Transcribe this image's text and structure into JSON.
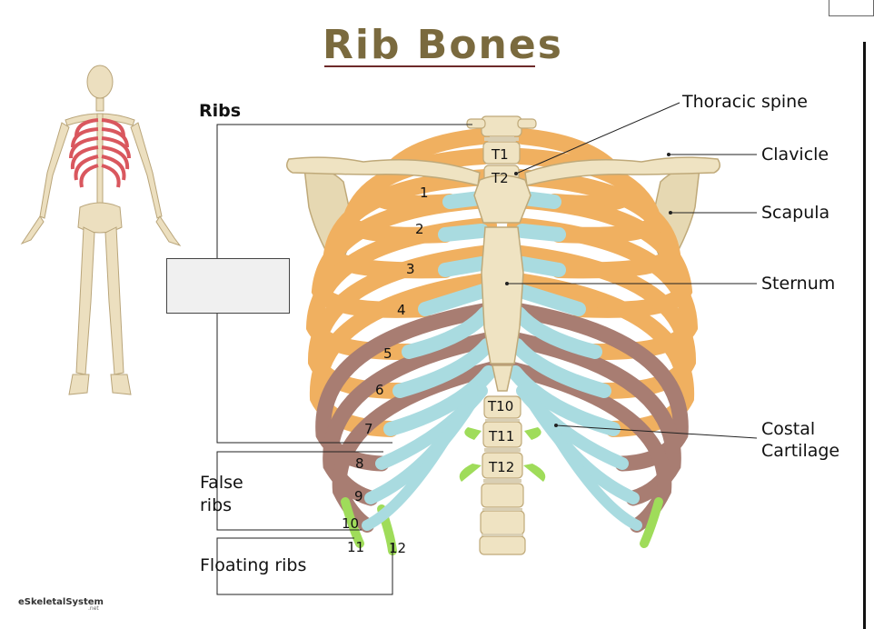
{
  "title": "Rib Bones",
  "section_label": "Ribs",
  "labels": {
    "thoracic_spine": "Thoracic spine",
    "clavicle": "Clavicle",
    "scapula": "Scapula",
    "sternum": "Sternum",
    "costal_cartilage_1": "Costal",
    "costal_cartilage_2": "Cartilage",
    "false_ribs_1": "False",
    "false_ribs_2": "ribs",
    "floating_ribs": "Floating ribs"
  },
  "vertebrae": [
    "T1",
    "T2",
    "T10",
    "T11",
    "T12"
  ],
  "rib_numbers": [
    "1",
    "2",
    "3",
    "4",
    "5",
    "6",
    "7",
    "8",
    "9",
    "10",
    "11",
    "12"
  ],
  "credit": {
    "brand": "eSkeletalSystem",
    "suffix": ".net"
  },
  "colors": {
    "true_rib": "#f0b060",
    "false_rib": "#a87d72",
    "floating_cartilage": "#9fdc5a",
    "cartilage": "#a9dbe0",
    "bone": "#efe3c2"
  }
}
